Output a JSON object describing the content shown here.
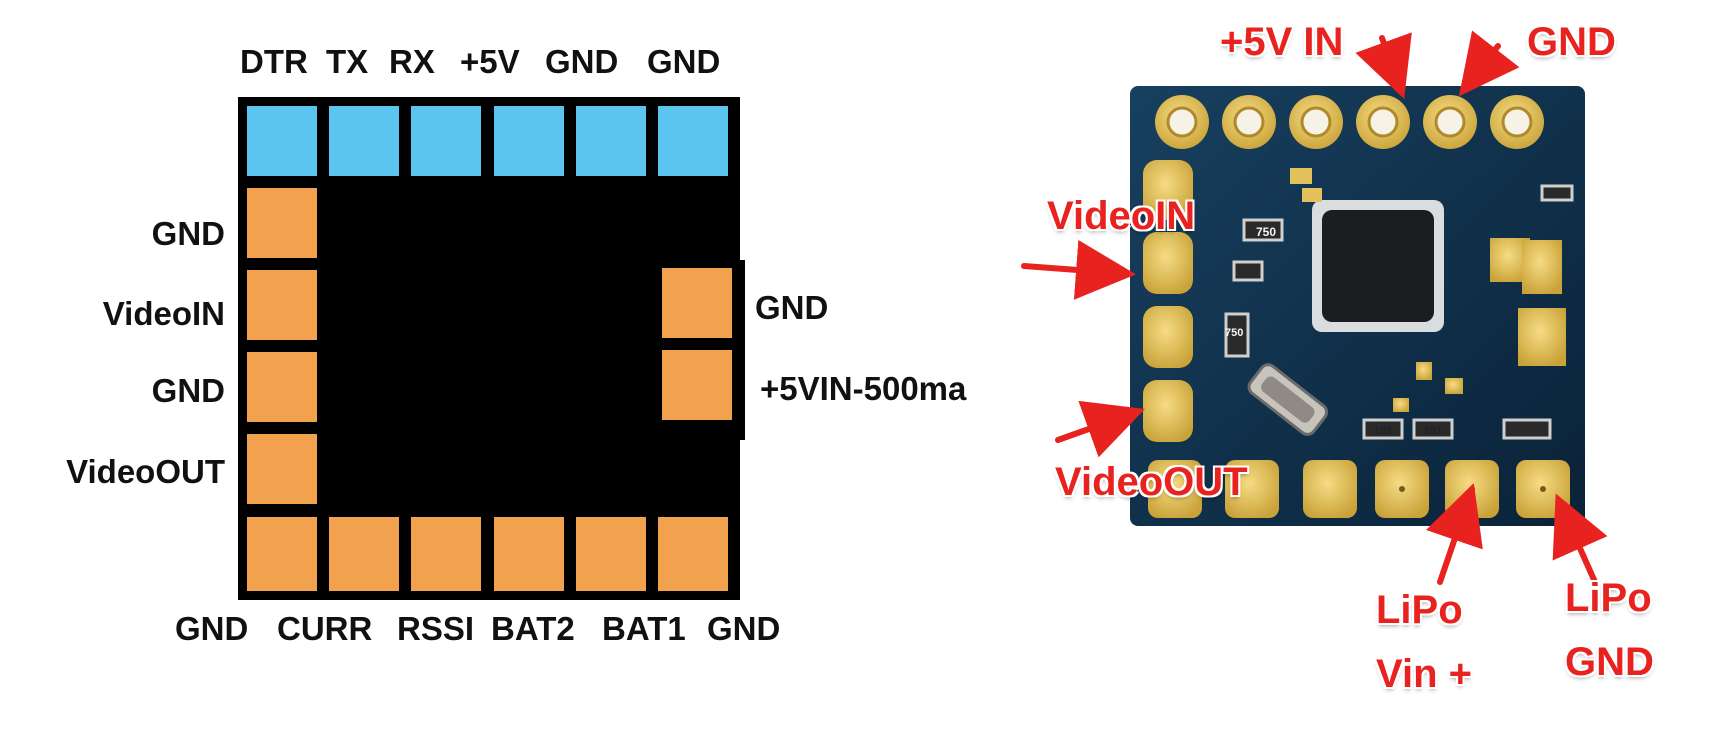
{
  "diagram": {
    "top_pins": [
      "DTR",
      "TX",
      "RX",
      "+5V",
      "GND",
      "GND"
    ],
    "bottom_pins": [
      "GND",
      "CURR",
      "RSSI",
      "BAT2",
      "BAT1",
      "GND"
    ],
    "left_pins": [
      "GND",
      "VideoIN",
      "GND",
      "VideoOUT"
    ],
    "right_pins": [
      "GND",
      "+5VIN-500ma"
    ],
    "colors": {
      "board": "#000000",
      "top_pad": "#5bc5ef",
      "pad": "#f2a24e"
    }
  },
  "photo": {
    "callouts": {
      "plus5v_in": "+5V IN",
      "gnd": "GND",
      "video_in": "VideoIN",
      "video_out": "VideoOUT",
      "lipo_vin_line1": "LiPo",
      "lipo_vin_line2": "Vin +",
      "lipo_gnd_line1": "LiPo",
      "lipo_gnd_line2": "GND"
    },
    "silkscreen": {
      "r1": "750",
      "r2": "750",
      "r3": "102",
      "r4": "201"
    },
    "colors": {
      "pcb": "#0d2f4e",
      "gold": "#e9c85a",
      "callout_red": "#e8231f"
    }
  }
}
